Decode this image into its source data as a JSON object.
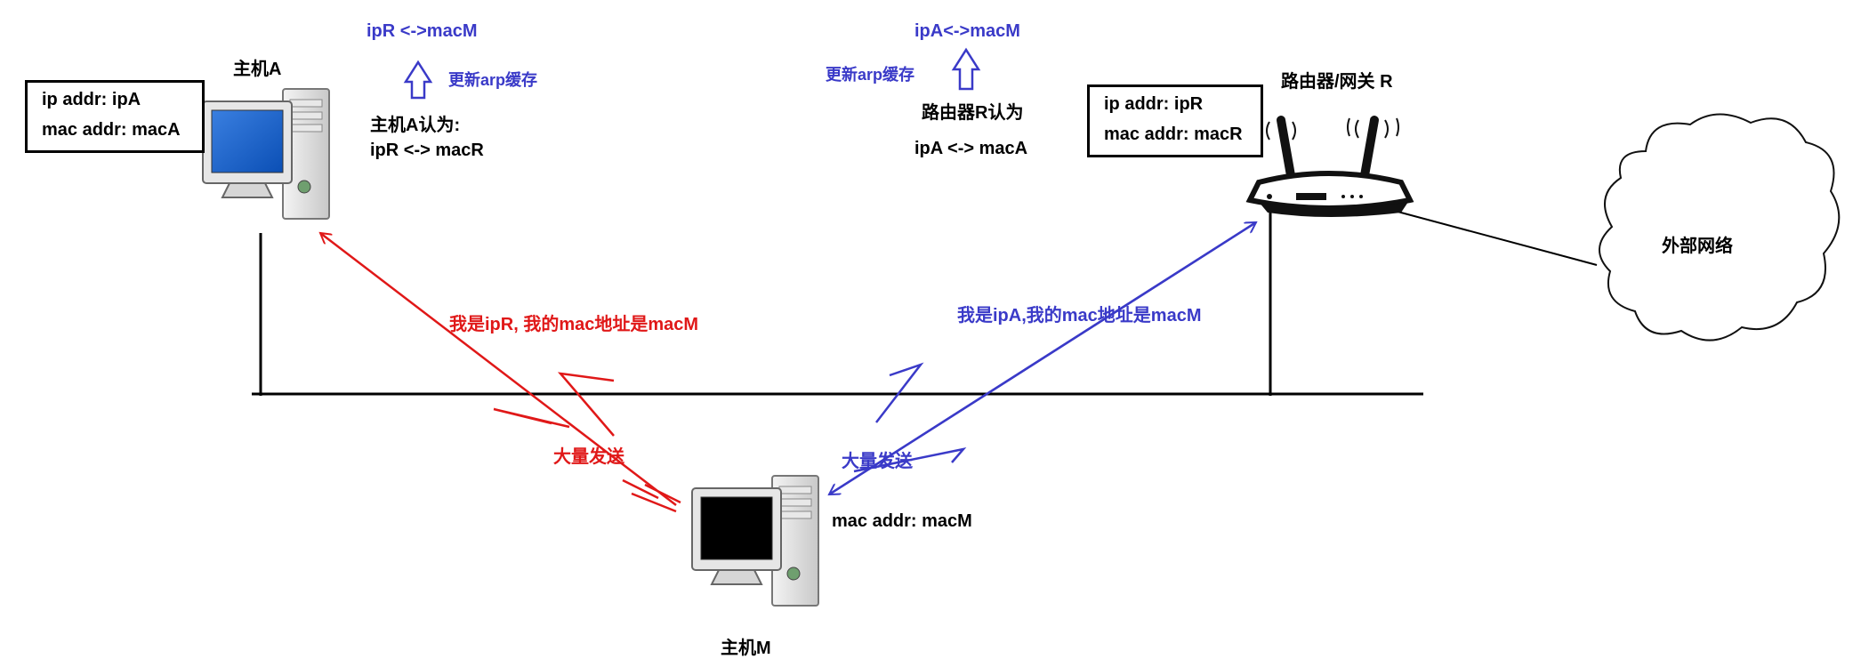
{
  "hostA": {
    "title": "主机A",
    "ip_line": "ip addr:   ipA",
    "mac_line": "mac addr:  macA",
    "believes_label": "主机A认为:",
    "believes_mapping": "ipR <-> macR",
    "cache_mapping": "ipR <->macM",
    "update_label": "更新arp缓存"
  },
  "router": {
    "title": "路由器/网关 R",
    "ip_line": "ip addr:  ipR",
    "mac_line": "mac addr:  macR",
    "believes_label": "路由器R认为",
    "believes_mapping": "ipA <-> macA",
    "cache_mapping": "ipA<->macM",
    "update_label": "更新arp缓存"
  },
  "hostM": {
    "title": "主机M",
    "mac_line": "mac addr:  macM"
  },
  "external_network": {
    "label": "外部网络"
  },
  "messages": {
    "to_hostA": "我是ipR,  我的mac地址是macM",
    "to_router": "我是ipA,我的mac地址是macM",
    "flood_red": "大量发送",
    "flood_blue": "大量发送"
  },
  "colors": {
    "red": "#e01818",
    "blue": "#3a3ac8",
    "black": "#000000"
  }
}
